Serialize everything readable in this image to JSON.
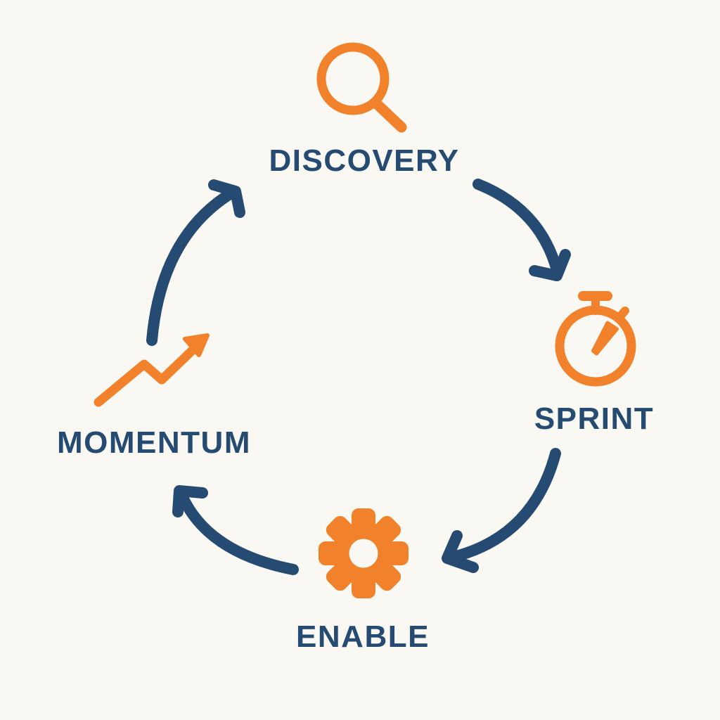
{
  "diagram": {
    "type": "cycle",
    "colors": {
      "navy": "#254B72",
      "orange": "#F1822B",
      "background": "#FAF8F3"
    },
    "steps": [
      {
        "label": "DISCOVERY",
        "icon": "magnifier-icon",
        "position": "top"
      },
      {
        "label": "SPRINT",
        "icon": "stopwatch-icon",
        "position": "right"
      },
      {
        "label": "ENABLE",
        "icon": "gear-icon",
        "position": "bottom"
      },
      {
        "label": "MOMENTUM",
        "icon": "trend-up-icon",
        "position": "left"
      }
    ],
    "connections": [
      {
        "from": "DISCOVERY",
        "to": "SPRINT"
      },
      {
        "from": "SPRINT",
        "to": "ENABLE"
      },
      {
        "from": "ENABLE",
        "to": "MOMENTUM"
      },
      {
        "from": "MOMENTUM",
        "to": "DISCOVERY"
      }
    ]
  }
}
